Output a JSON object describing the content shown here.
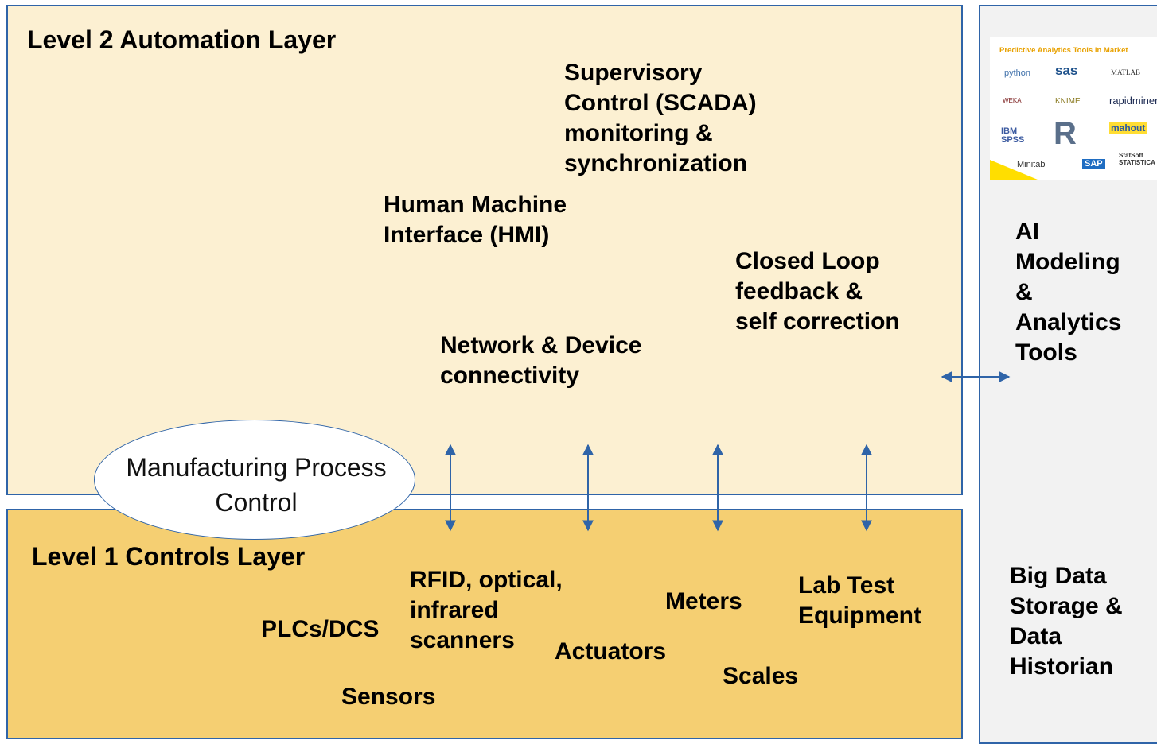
{
  "level2": {
    "title": "Level 2  Automation Layer"
  },
  "level1": {
    "title": "Level 1  Controls Layer"
  },
  "level2_items": {
    "scada": "Supervisory\nControl (SCADA)\nmonitoring &\nsynchronization",
    "hmi": "Human Machine\nInterface (HMI)",
    "closed_loop": "Closed Loop\nfeedback &\nself correction",
    "network": "Network & Device\nconnectivity"
  },
  "process_control": "Manufacturing Process\nControl",
  "level1_items": {
    "rfid": "RFID, optical,\ninfrared\nscanners",
    "meters": "Meters",
    "lab": "Lab Test\nEquipment",
    "plcs": "PLCs/DCS",
    "actuators": "Actuators",
    "scales": "Scales",
    "sensors": "Sensors"
  },
  "right_panel": {
    "ai_tools": "AI\nModeling\n&\nAnalytics\nTools",
    "big_data": "Big Data\nStorage &\nData\nHistorian"
  },
  "tools_image": {
    "title": "Predictive Analytics Tools in Market",
    "logos": [
      "python",
      "sas",
      "MATLAB",
      "WEKA",
      "KNIME",
      "rapidminer",
      "IBM SPSS",
      "R",
      "mahout",
      "Minitab",
      "SAP",
      "StatSoft STATISTICA"
    ]
  },
  "colors": {
    "border": "#2f64a8",
    "level2_bg": "#fcf0d2",
    "level1_bg": "#f5cf72",
    "panel_bg": "#f2f2f2",
    "arrow": "#2f64a8"
  }
}
